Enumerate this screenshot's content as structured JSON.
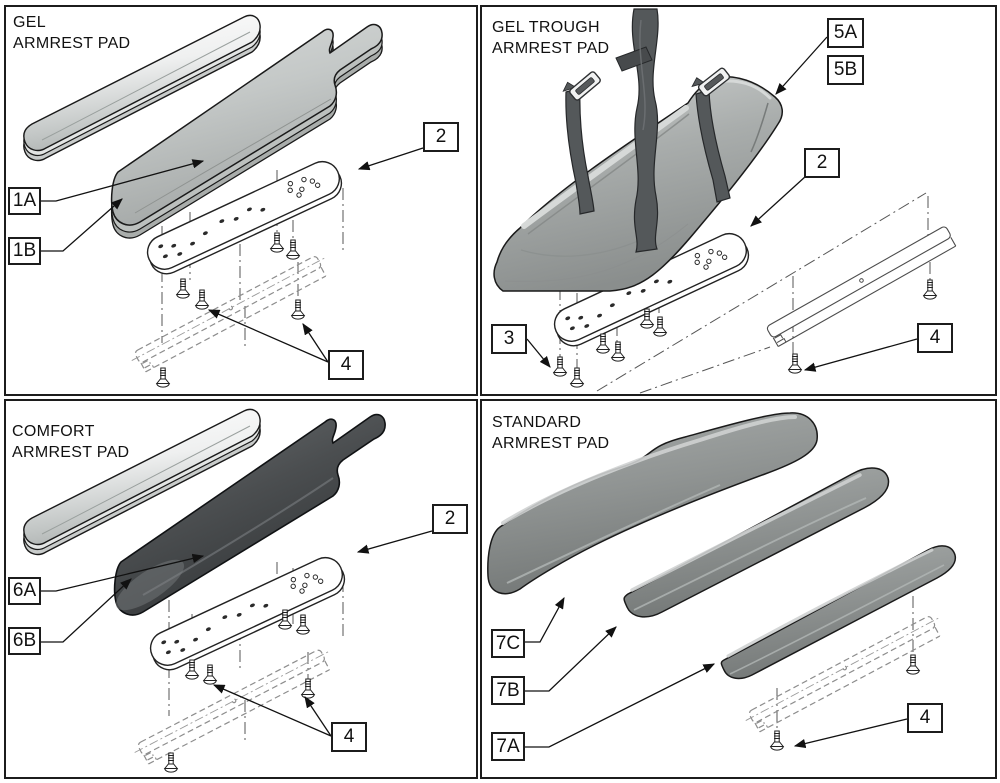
{
  "figure": {
    "kind": "exploded-parts-diagram",
    "background": "#ffffff",
    "panel_border_color": "#1c1c1c"
  },
  "colors": {
    "outline": "#1a1a1a",
    "leader_line": "#111111",
    "pad_light": "#eff0f0",
    "pad_mid": "#c4c8c7",
    "pad_dark": "#4b4e50",
    "pad_standard": "#8f9392",
    "trough": "#a9adac",
    "strap": "#54585a",
    "ghost_part": "#8d8d8d",
    "plate": "#ffffff"
  },
  "panels": [
    {
      "id": "gel",
      "title_line1": "GEL",
      "title_line2": "ARMREST PAD",
      "callouts": [
        {
          "label": "1A"
        },
        {
          "label": "1B"
        },
        {
          "label": "2"
        },
        {
          "label": "4"
        }
      ]
    },
    {
      "id": "gel-trough",
      "title_line1": "GEL TROUGH",
      "title_line2": "ARMREST PAD",
      "callouts": [
        {
          "label": "5A"
        },
        {
          "label": "5B"
        },
        {
          "label": "2"
        },
        {
          "label": "3"
        },
        {
          "label": "4"
        }
      ]
    },
    {
      "id": "comfort",
      "title_line1": "COMFORT",
      "title_line2": "ARMREST PAD",
      "callouts": [
        {
          "label": "6A"
        },
        {
          "label": "6B"
        },
        {
          "label": "2"
        },
        {
          "label": "4"
        }
      ]
    },
    {
      "id": "standard",
      "title_line1": "STANDARD",
      "title_line2": "ARMREST PAD",
      "callouts": [
        {
          "label": "7C"
        },
        {
          "label": "7B"
        },
        {
          "label": "7A"
        },
        {
          "label": "4"
        }
      ]
    }
  ]
}
